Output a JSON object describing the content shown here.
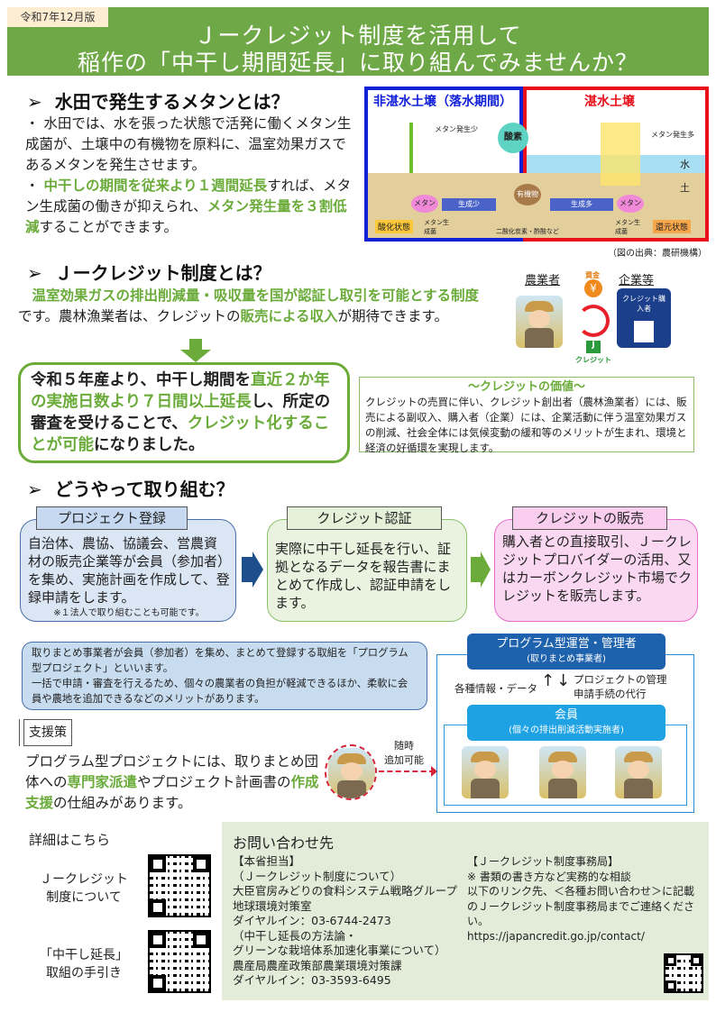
{
  "header": {
    "edition": "令和7年12月版",
    "title_line1": "Ｊークレジット制度を活用して",
    "title_line2": "稲作の「中干し期間延長」に取り組んでみませんか？",
    "color": "#6fa846"
  },
  "section1": {
    "heading": "水田で発生するメタンとは？",
    "p1": "・ 水田では、水を張った状態で活発に働くメタン生成菌が、土壌中の有機物を原料に、温室効果ガスであるメタンを発生させます。",
    "p2_pre": "・ ",
    "p2_hl1": "中干しの期間を従来より１週間延長",
    "p2_mid": "すれば、メタン生成菌の働きが抑えられ、",
    "p2_hl2": "メタン発生量を３割低減",
    "p2_post": "することができます。",
    "diagram": {
      "left_title": "非湛水土壌（落水期間）",
      "right_title": "湛水土壌",
      "methane_low": "メタン発生少",
      "methane_high": "メタン発生多",
      "oxygen": "酸素",
      "water": "水",
      "soil": "土",
      "organic": "有機物",
      "less": "生成少",
      "more": "生成多",
      "methane": "メタン",
      "microbe": "メタン生成菌",
      "co2": "二酸化炭素・酢酸など",
      "oxidized": "酸化状態",
      "reduced": "還元状態",
      "caption": "（図の出典：農研機構）"
    }
  },
  "section2": {
    "heading": "Ｊークレジット制度とは？",
    "hl1": "温室効果ガスの排出削減量・吸収量を国が認証し取引を可能とする制度",
    "t1": "です。農林漁業者は、クレジットの",
    "hl2": "販売による収入",
    "t2": "が期待できます。",
    "illus": {
      "farmer": "農業者",
      "company": "企業等",
      "money": "資金",
      "yen": "¥",
      "buyer": "クレジット購入者",
      "j": "J",
      "credit": "クレジット"
    },
    "box": {
      "t1": "令和５年産より、中干し期間を",
      "hl1": "直近２か年の実施日数より７日間以上延長",
      "t2": "し、所定の審査を受けることで、",
      "hl2": "クレジット化することが可能",
      "t3": "になりました。"
    },
    "value": {
      "title": "～クレジットの価値～",
      "text": "クレジットの売買に伴い、クレジット創出者（農林漁業者）には、販売による副収入、購入者（企業）には、企業活動に伴う温室効果ガスの削減、社会全体には気候変動の緩和等のメリットが生まれ、環境と経済の好循環を実現します。"
    }
  },
  "section3": {
    "heading": "どうやって取り組む？",
    "steps": [
      {
        "label": "プロジェクト登録",
        "text": "自治体、農協、協議会、営農資材の販売企業等が会員（参加者）を集め、実施計画を作成して、登録申請をします。",
        "note": "※１法人で取り組むことも可能です。"
      },
      {
        "label": "クレジット認証",
        "text": "実際に中干し延長を行い、証拠となるデータを報告書にまとめて作成し、認証申請をします。"
      },
      {
        "label": "クレジットの販売",
        "text": "購入者との直接取引、Ｊークレジットプロバイダーの活用、又はカーボンクレジット市場でクレジットを販売します。"
      }
    ],
    "program_note": "取りまとめ事業者が会員（参加者）を集め、まとめて登録する取組を「プログラム型プロジェクト」といいます。\n一括で申請・審査を行えるため、個々の農業者の負担が軽減できるほか、柔軟に会員や農地を追加できるなどのメリットがあります。",
    "support_label": "支援策",
    "support": {
      "t1": "プログラム型プロジェクトには、取りまとめ団体への",
      "hl1": "専門家派遣",
      "t2": "やプロジェクト計画書の",
      "hl2": "作成支援",
      "t3": "の仕組みがあります。"
    },
    "org": {
      "manager": "プログラム型運営・管理者",
      "manager_sub": "(取りまとめ事業者)",
      "up": "各種情報・データ",
      "down1": "プロジェクトの管理",
      "down2": "申請手続の代行",
      "member": "会員",
      "member_sub": "(個々の排出削減活動実施者)",
      "add1": "随時",
      "add2": "追加可能"
    }
  },
  "footer": {
    "details": "詳細はこちら",
    "link1_1": "Ｊークレジット",
    "link1_2": "制度について",
    "link2_1": "「中干し延長」",
    "link2_2": "取組の手引き",
    "contact": {
      "title": "お問い合わせ先",
      "left": [
        "【本省担当】",
        "（Ｊークレジット制度について）",
        "大臣官房みどりの食料システム戦略グループ",
        "地球環境対策室",
        "ダイヤルイン：03-6744-2473",
        "（中干し延長の方法論・",
        "グリーンな栽培体系加速化事業について）",
        "農産局農産政策部農業環境対策課",
        "ダイヤルイン：03-3593-6495"
      ],
      "right": [
        "【Ｊークレジット制度事務局】",
        "※ 書類の書き方など実務的な相談",
        "以下のリンク先、＜各種お問い合わせ＞に記載",
        "のＪークレジット制度事務局までご連絡ください。",
        "https://japancredit.go.jp/contact/"
      ]
    }
  }
}
